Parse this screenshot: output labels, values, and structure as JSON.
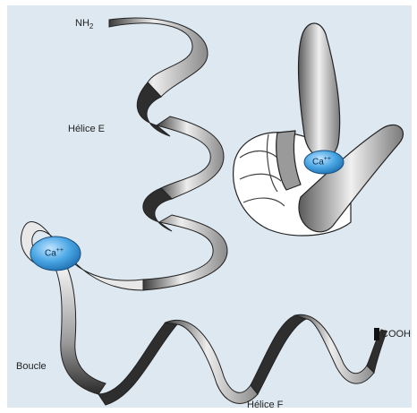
{
  "labels": {
    "nh2_main": "NH",
    "nh2_sub": "2",
    "helix_e": "Hélice E",
    "loop": "Boucle",
    "helix_f": "Hélice F",
    "cooh": "COOH"
  },
  "calcium": {
    "ion_main": "Ca",
    "ion_charge": "++"
  },
  "colors": {
    "background": "#dde8f0",
    "ribbon_light": "#f2f2f2",
    "ribbon_dark": "#2a2a2a",
    "calcium_blue": "#4aa6e4"
  }
}
